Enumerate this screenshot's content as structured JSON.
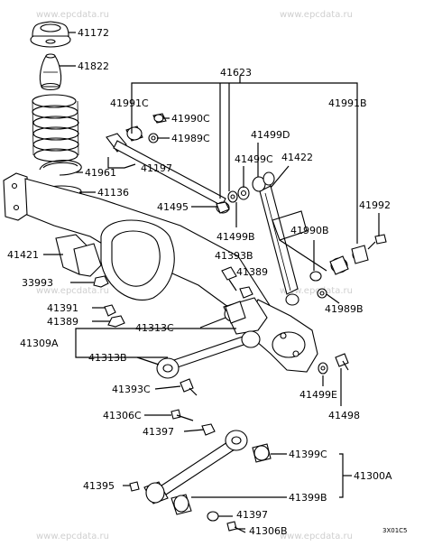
{
  "watermarks": [
    "www.epcdata.ru",
    "www.epcdata.ru",
    "www.epcdata.ru",
    "www.epcdata.ru",
    "www.epcdata.ru",
    "www.epcdata.ru"
  ],
  "callouts": {
    "p41172": "41172",
    "p41822": "41822",
    "p41623": "41623",
    "p41991c": "41991C",
    "p41990c": "41990C",
    "p41989c": "41989C",
    "p41991b": "41991B",
    "p41499d": "41499D",
    "p41499c": "41499C",
    "p41422": "41422",
    "p41197": "41197",
    "p41961": "41961",
    "p41136": "41136",
    "p41495": "41495",
    "p41992": "41992",
    "p41499b": "41499B",
    "p41990b": "41990B",
    "p41393b": "41393B",
    "p41389a": "41389",
    "p41421": "41421",
    "p33993": "33993",
    "p41989b": "41989B",
    "p41391": "41391",
    "p41389b": "41389",
    "p41313c": "41313C",
    "p41309a": "41309A",
    "p41313b": "41313B",
    "p41499e": "41499E",
    "p41393c": "41393C",
    "p41498": "41498",
    "p41306c": "41306C",
    "p41397a": "41397",
    "p41399c": "41399C",
    "p41300a": "41300A",
    "p41395": "41395",
    "p41399b": "41399B",
    "p41397b": "41397",
    "p41306b": "41306B"
  },
  "diagram_code": "3X01C5"
}
